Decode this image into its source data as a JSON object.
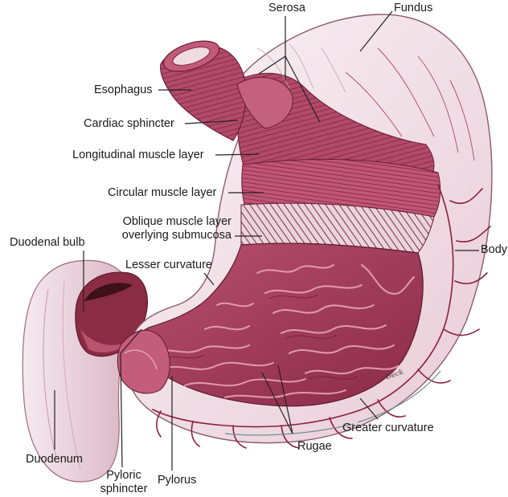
{
  "labels": {
    "serosa": "Serosa",
    "fundus": "Fundus",
    "esophagus": "Esophagus",
    "cardiac_sphincter": "Cardiac sphincter",
    "longitudinal_muscle_layer": "Longitudinal muscle layer",
    "circular_muscle_layer": "Circular muscle layer",
    "oblique_muscle_layer_line1": "Oblique muscle layer",
    "oblique_muscle_layer_line2": "overlying submucosa",
    "duodenal_bulb": "Duodenal bulb",
    "body": "Body",
    "lesser_curvature": "Lesser curvature",
    "greater_curvature": "Greater curvature",
    "rugae": "Rugae",
    "duodenum": "Duodenum",
    "pyloric_sphincter_line1": "Pyloric",
    "pyloric_sphincter_line2": "sphincter",
    "pylorus": "Pylorus"
  },
  "artist_signature": "Beck",
  "colors": {
    "serosa": "#f3e7ec",
    "muscle": "#b24a6c",
    "muscle_dark": "#7e2440",
    "mucosa": "#a33c5e",
    "mucosa_light": "#d88aa2",
    "duodenum": "#ecd9e0",
    "vessel": "#8c1f3c",
    "line": "#222222"
  }
}
